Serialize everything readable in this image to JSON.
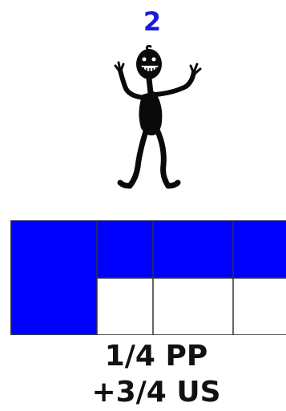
{
  "number": "2",
  "caption": {
    "line1": "1/4 PP",
    "line2": "+3/4 US"
  },
  "colors": {
    "number": "#1a1adc",
    "fill": "#0000ff",
    "grid_line": "#333333",
    "figure": "#0a0a0a"
  },
  "icons": {
    "figure": "grinning-stick-figure-icon"
  }
}
